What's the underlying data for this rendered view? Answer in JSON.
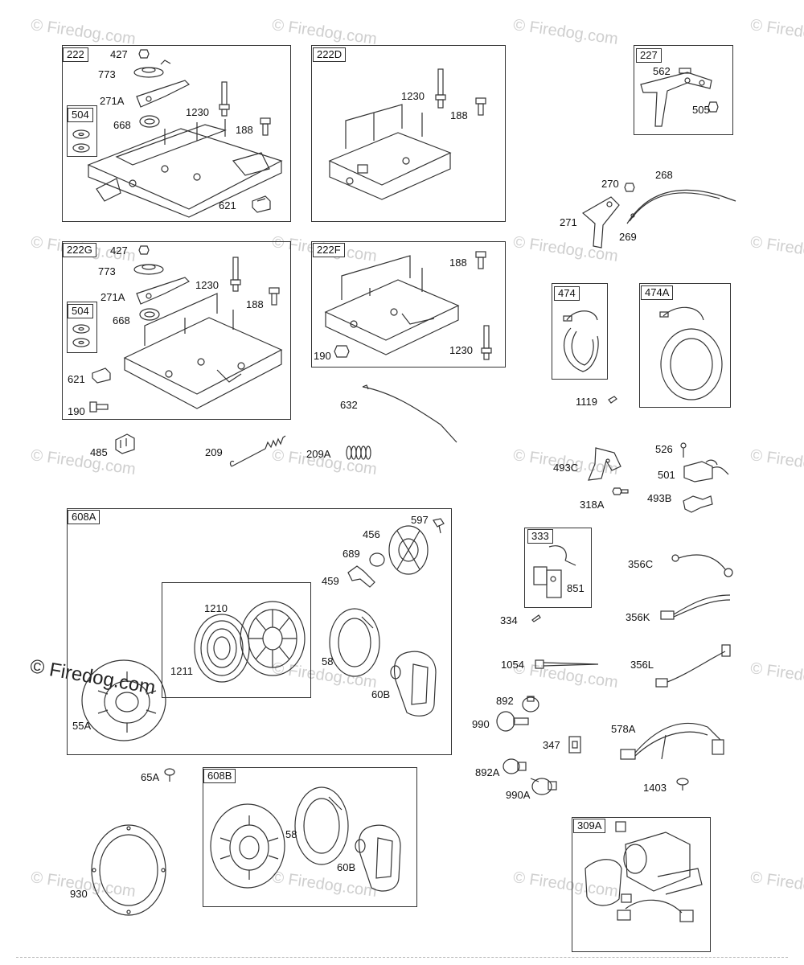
{
  "watermark": {
    "text": "© Firedog.com",
    "text_prominent": "© Firedog.com"
  },
  "groups": [
    {
      "id": "222",
      "tag": "222"
    },
    {
      "id": "222D",
      "tag": "222D"
    },
    {
      "id": "227",
      "tag": "227"
    },
    {
      "id": "222G",
      "tag": "222G"
    },
    {
      "id": "222F",
      "tag": "222F"
    },
    {
      "id": "474",
      "tag": "474"
    },
    {
      "id": "474A",
      "tag": "474A"
    },
    {
      "id": "608A",
      "tag": "608A"
    },
    {
      "id": "333",
      "tag": "333"
    },
    {
      "id": "608B",
      "tag": "608B"
    },
    {
      "id": "309A",
      "tag": "309A"
    }
  ],
  "subgroups": [
    {
      "id": "504a",
      "tag": "504"
    },
    {
      "id": "504b",
      "tag": "504"
    }
  ],
  "callouts": [
    "427",
    "773",
    "271A",
    "1230",
    "668",
    "188",
    "621",
    "1230",
    "188",
    "562",
    "505",
    "270",
    "268",
    "271",
    "269",
    "427",
    "773",
    "271A",
    "1230",
    "188",
    "668",
    "621",
    "190",
    "188",
    "190",
    "1230",
    "1119",
    "485",
    "209",
    "209A",
    "632",
    "526",
    "493C",
    "501",
    "318A",
    "493B",
    "597",
    "456",
    "689",
    "459",
    "1210",
    "1211",
    "58",
    "60B",
    "55A",
    "851",
    "334",
    "356C",
    "356K",
    "1054",
    "356L",
    "892",
    "990",
    "347",
    "578A",
    "892A",
    "990A",
    "1403",
    "65A",
    "930",
    "58",
    "60B"
  ],
  "colors": {
    "line": "#333333",
    "watermark": "#cfcfcf",
    "background": "#ffffff"
  }
}
